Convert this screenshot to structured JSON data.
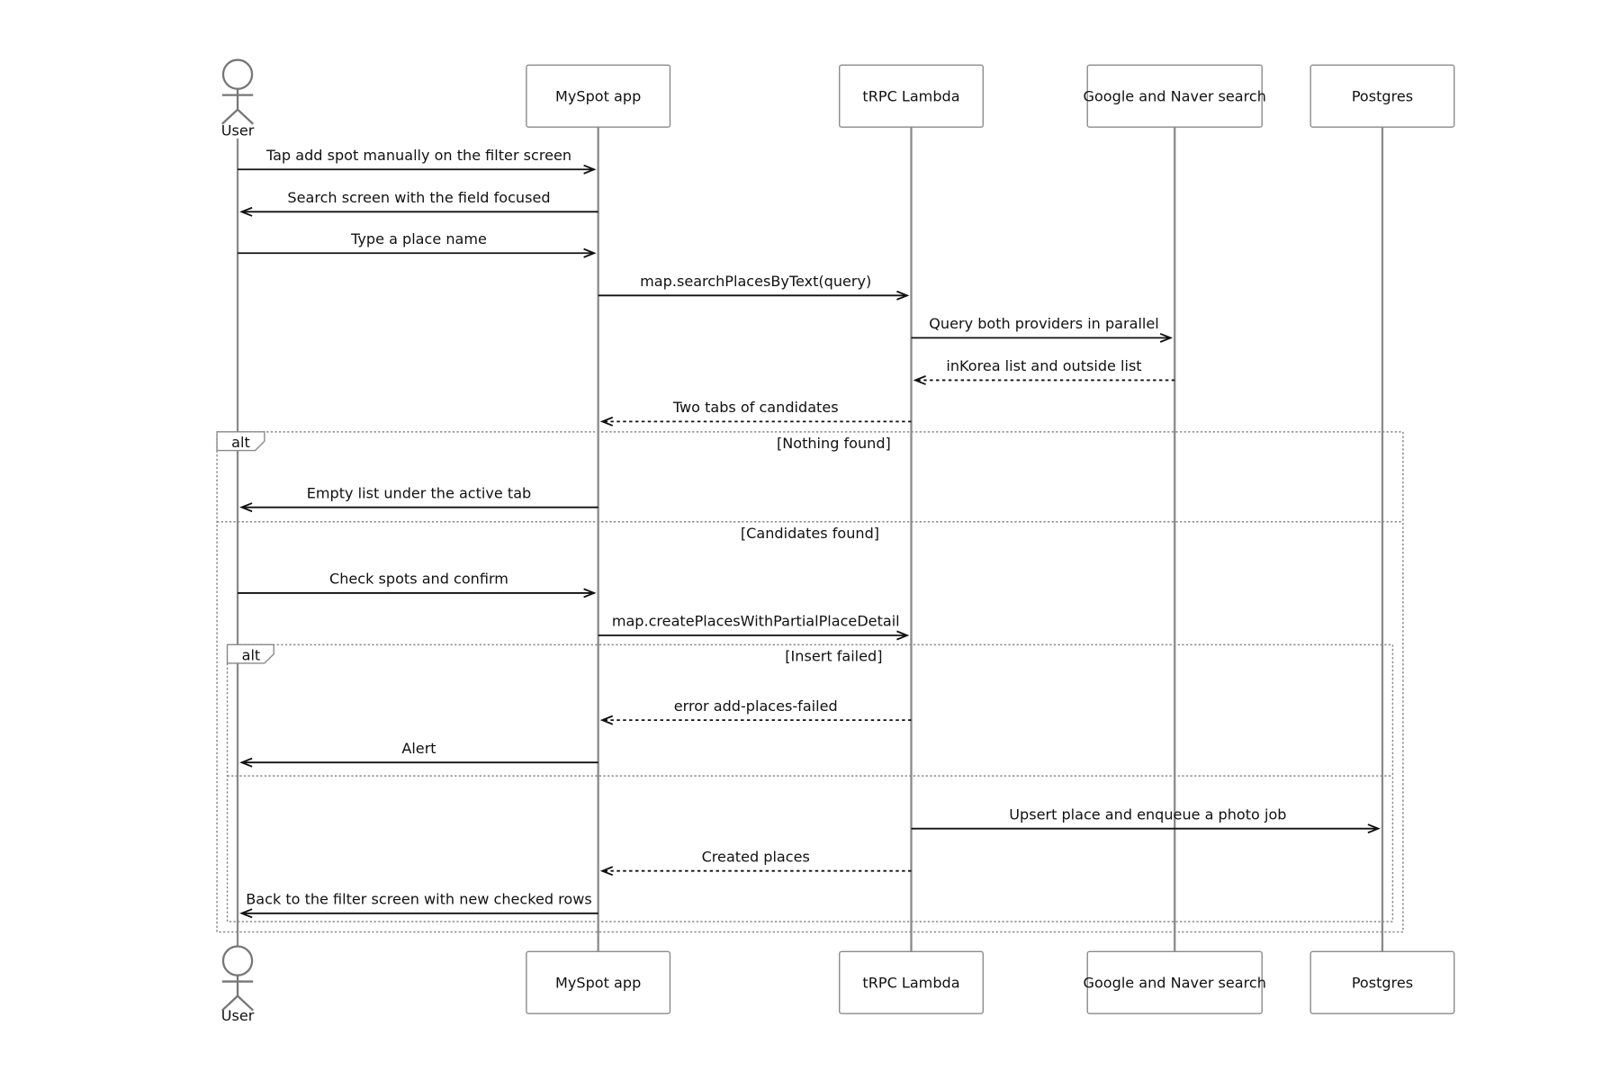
{
  "participants": [
    {
      "id": "user",
      "label": "User",
      "kind": "actor"
    },
    {
      "id": "app",
      "label": "MySpot app",
      "kind": "box"
    },
    {
      "id": "lambda",
      "label": "tRPC Lambda",
      "kind": "box"
    },
    {
      "id": "search",
      "label": "Google and Naver search",
      "kind": "box"
    },
    {
      "id": "db",
      "label": "Postgres",
      "kind": "box"
    }
  ],
  "messages": [
    {
      "from": "user",
      "to": "app",
      "label": "Tap add spot manually on the filter screen",
      "style": "solid"
    },
    {
      "from": "app",
      "to": "user",
      "label": "Search screen with the field focused",
      "style": "solid"
    },
    {
      "from": "user",
      "to": "app",
      "label": "Type a place name",
      "style": "solid"
    },
    {
      "from": "app",
      "to": "lambda",
      "label": "map.searchPlacesByText(query)",
      "style": "solid"
    },
    {
      "from": "lambda",
      "to": "search",
      "label": "Query both providers in parallel",
      "style": "solid"
    },
    {
      "from": "search",
      "to": "lambda",
      "label": "inKorea list and outside list",
      "style": "dashed"
    },
    {
      "from": "lambda",
      "to": "app",
      "label": "Two tabs of candidates",
      "style": "dashed"
    },
    {
      "from": "app",
      "to": "user",
      "label": "Empty list under the active tab",
      "style": "solid"
    },
    {
      "from": "user",
      "to": "app",
      "label": "Check spots and confirm",
      "style": "solid"
    },
    {
      "from": "app",
      "to": "lambda",
      "label": "map.createPlacesWithPartialPlaceDetail",
      "style": "solid"
    },
    {
      "from": "lambda",
      "to": "app",
      "label": "error add-places-failed",
      "style": "dashed"
    },
    {
      "from": "app",
      "to": "user",
      "label": "Alert",
      "style": "solid"
    },
    {
      "from": "lambda",
      "to": "db",
      "label": "Upsert place and enqueue a photo job",
      "style": "solid"
    },
    {
      "from": "lambda",
      "to": "app",
      "label": "Created places",
      "style": "dashed"
    },
    {
      "from": "app",
      "to": "user",
      "label": "Back to the filter screen with new checked rows",
      "style": "solid"
    }
  ],
  "fragments": [
    {
      "kind": "alt",
      "sections": [
        {
          "guard": "[Nothing found]"
        },
        {
          "guard": "[Candidates found]"
        }
      ]
    },
    {
      "kind": "alt",
      "sections": [
        {
          "guard": "[Insert failed]"
        },
        {
          "guard": ""
        }
      ]
    }
  ]
}
